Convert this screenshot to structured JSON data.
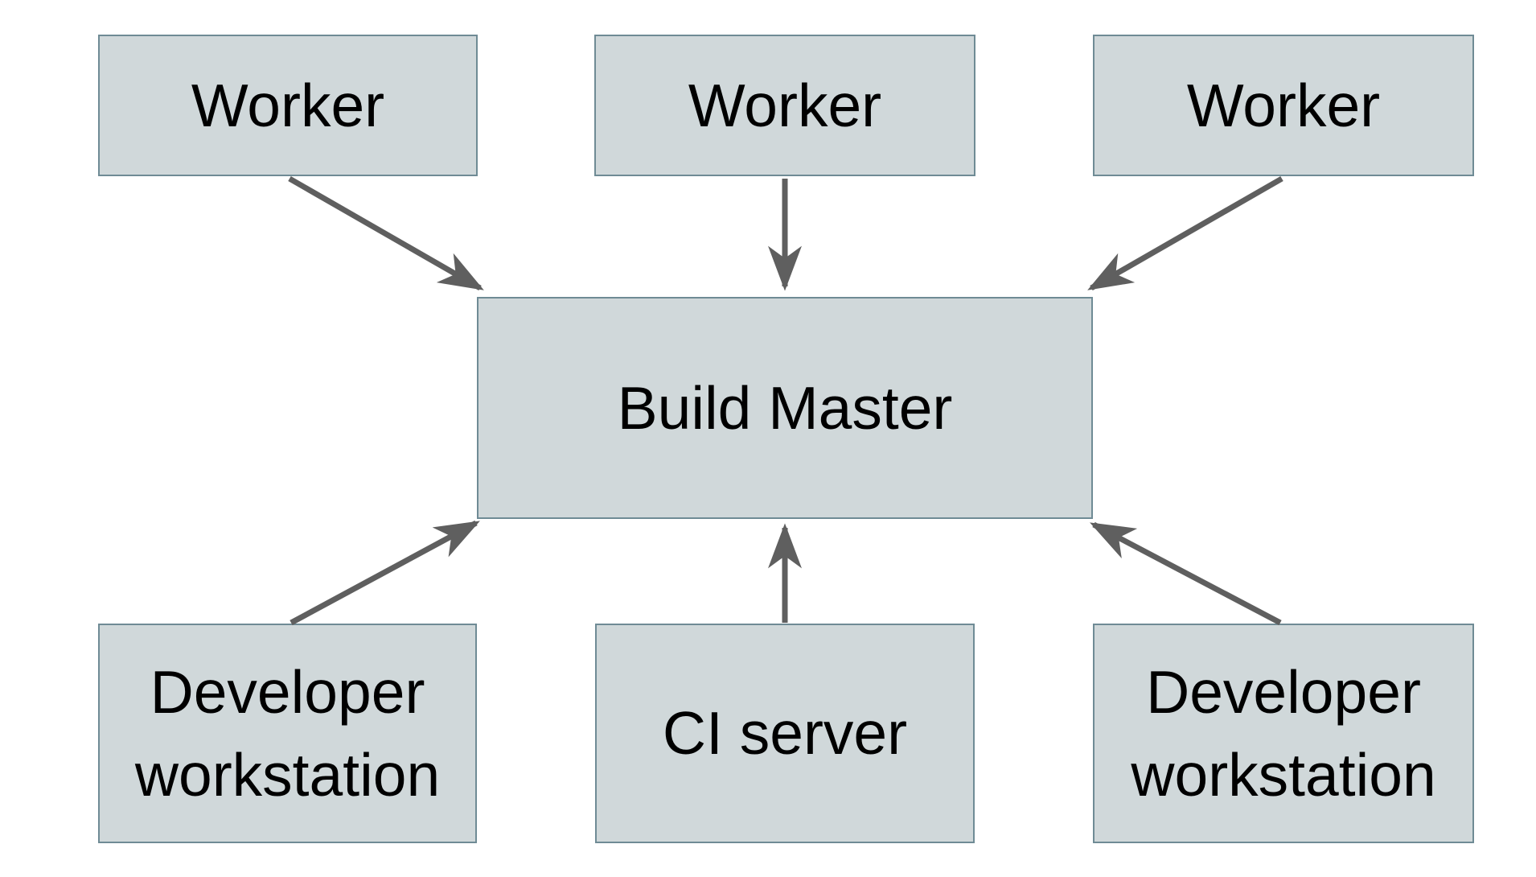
{
  "diagram": {
    "type": "architecture-diagram",
    "nodes": {
      "worker_left": {
        "label": "Worker"
      },
      "worker_center": {
        "label": "Worker"
      },
      "worker_right": {
        "label": "Worker"
      },
      "build_master": {
        "label": "Build Master"
      },
      "developer_workstation_left": {
        "label": "Developer workstation"
      },
      "ci_server": {
        "label": "CI server"
      },
      "developer_workstation_right": {
        "label": "Developer workstation"
      }
    },
    "edges": [
      {
        "from": "worker_left",
        "to": "build_master"
      },
      {
        "from": "worker_center",
        "to": "build_master"
      },
      {
        "from": "worker_right",
        "to": "build_master"
      },
      {
        "from": "developer_workstation_left",
        "to": "build_master"
      },
      {
        "from": "ci_server",
        "to": "build_master"
      },
      {
        "from": "developer_workstation_right",
        "to": "build_master"
      }
    ],
    "colors": {
      "background": "#ffffff",
      "node_fill": "#d0d8da",
      "node_border": "#6f8b95",
      "arrow": "#5f5f5f",
      "text": "#000000"
    }
  }
}
